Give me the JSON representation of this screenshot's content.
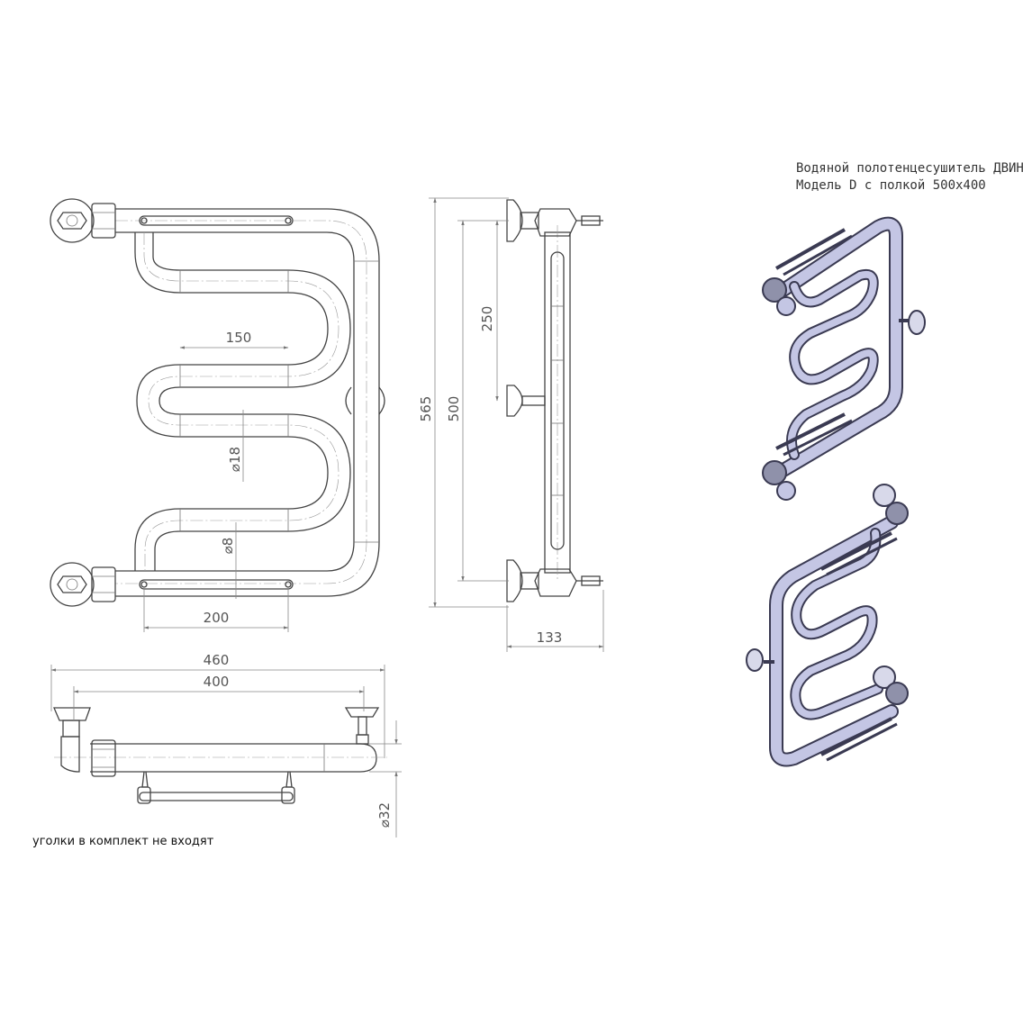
{
  "title": {
    "line1": "Водяной полотенцесушитель ДВИН",
    "line2": "Модель D с полкой 500х400"
  },
  "note": "уголки в комплект не входят",
  "dimensions": {
    "d150": "150",
    "d18": "⌀18",
    "d8": "⌀8",
    "d200": "200",
    "d565": "565",
    "d500": "500",
    "d250": "250",
    "d133": "133",
    "d460": "460",
    "d400": "400",
    "d32": "⌀32"
  },
  "colors": {
    "line": "#444444",
    "dimension": "#888888",
    "render_fill": "#c4c6e4",
    "render_stroke": "#3a3a52"
  }
}
